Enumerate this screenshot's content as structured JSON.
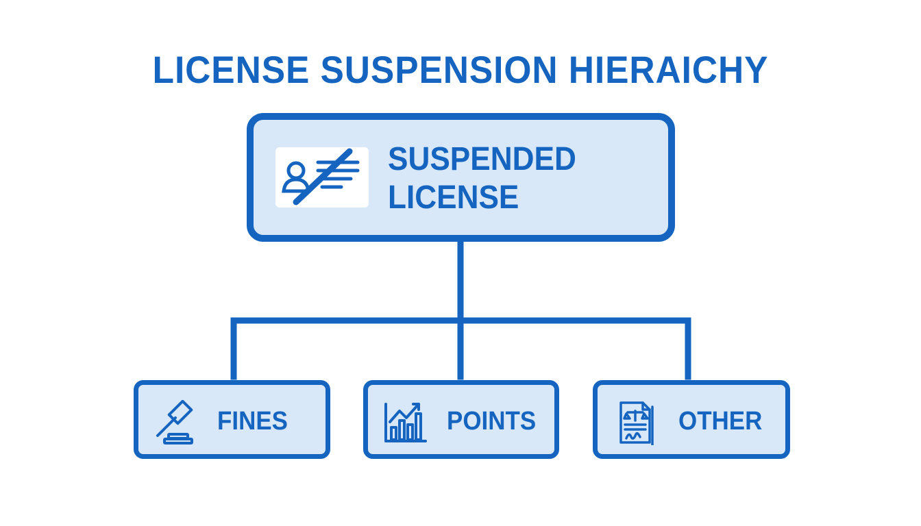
{
  "title": "LICENSE SUSPENSION HIERAICHY",
  "colors": {
    "primary": "#1565c0",
    "box_fill": "#d8e8f8",
    "background": "#ffffff"
  },
  "root": {
    "label_line1": "SUSPENDED",
    "label_line2": "LICENSE",
    "icon": "id-card-crossed-out-icon"
  },
  "children": [
    {
      "label": "FINES",
      "icon": "gavel-icon"
    },
    {
      "label": "POINTS",
      "icon": "bar-chart-trend-icon"
    },
    {
      "label": "OTHER",
      "icon": "legal-document-icon"
    }
  ]
}
